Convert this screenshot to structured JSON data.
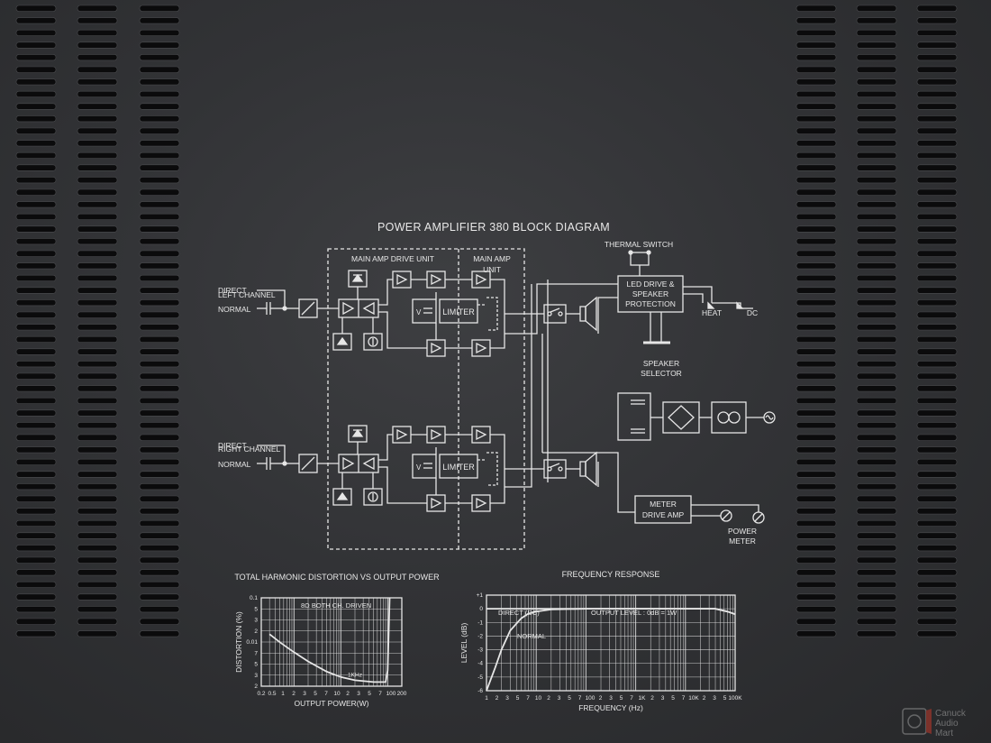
{
  "block_diagram": {
    "title": "POWER AMPLIFIER 380 BLOCK DIAGRAM",
    "drive_unit_label": "MAIN AMP DRIVE UNIT",
    "main_amp_label_1": "MAIN AMP",
    "main_amp_label_2": "UNIT",
    "left_channel": "LEFT CHANNEL",
    "right_channel": "RIGHT CHANNEL",
    "direct": "DIRECT",
    "normal": "NORMAL",
    "limiter": "LIMITER",
    "thermal_switch": "THERMAL SWITCH",
    "led_drive_1": "LED DRIVE &",
    "led_drive_2": "SPEAKER",
    "led_drive_3": "PROTECTION",
    "heat": "HEAT",
    "dc": "DC",
    "speaker_selector_1": "SPEAKER",
    "speaker_selector_2": "SELECTOR",
    "meter_drive_1": "METER",
    "meter_drive_2": "DRIVE AMP",
    "power_meter_1": "POWER",
    "power_meter_2": "METER"
  },
  "chart_data": [
    {
      "type": "line",
      "title": "TOTAL HARMONIC DISTORTION VS OUTPUT POWER",
      "xlabel": "OUTPUT POWER(W)",
      "ylabel": "DISTORTION (%)",
      "annotation": "8Ω BOTH CH. DRIVEN",
      "curve_label": "1KHz",
      "x_scale": "log",
      "xlim": [
        0.2,
        200
      ],
      "ylim": [
        0.002,
        0.1
      ],
      "y_scale": "log",
      "x_tick_labels": [
        "0.2",
        "0.5",
        "1",
        "2",
        "3",
        "5",
        "7",
        "10",
        "2",
        "3",
        "5",
        "7",
        "100",
        "200"
      ],
      "y_tick_labels": [
        "0.1",
        "5",
        "3",
        "2",
        "0.01",
        "7",
        "5",
        "3",
        "2"
      ],
      "grid": true,
      "series": [
        {
          "name": "1KHz",
          "x": [
            0.3,
            0.5,
            1,
            2,
            5,
            10,
            20,
            50,
            90,
            100,
            110
          ],
          "y": [
            0.02,
            0.014,
            0.009,
            0.006,
            0.0038,
            0.003,
            0.0026,
            0.0024,
            0.0024,
            0.004,
            0.1
          ]
        }
      ]
    },
    {
      "type": "line",
      "title": "FREQUENCY RESPONSE",
      "xlabel": "FREQUENCY (Hz)",
      "ylabel": "LEVEL (dB)",
      "annotation": "OUTPUT LEVEL : 0dB = 1W",
      "x_scale": "log",
      "xlim": [
        1,
        100000
      ],
      "ylim": [
        -6,
        1
      ],
      "x_tick_labels": [
        "1",
        "2",
        "3",
        "5",
        "7",
        "10",
        "2",
        "3",
        "5",
        "7",
        "100",
        "2",
        "3",
        "5",
        "7",
        "1K",
        "2",
        "3",
        "5",
        "7",
        "10K",
        "2",
        "3",
        "5",
        "100K"
      ],
      "y_tick_labels": [
        "+1",
        "0",
        "-1",
        "-2",
        "-3",
        "-4",
        "-5",
        "-6"
      ],
      "grid": true,
      "series": [
        {
          "name": "DIRECT (DC)",
          "x": [
            1,
            10,
            100,
            1000,
            10000,
            40000,
            70000,
            100000
          ],
          "y": [
            0,
            0,
            0,
            0,
            0,
            0,
            -0.2,
            -0.4
          ]
        },
        {
          "name": "NORMAL",
          "x": [
            1,
            1.5,
            2,
            3,
            5,
            7,
            10,
            20,
            100,
            1000,
            10000,
            40000,
            70000,
            100000
          ],
          "y": [
            -6,
            -4.3,
            -3,
            -1.6,
            -0.7,
            -0.35,
            -0.2,
            -0.05,
            0,
            0,
            0,
            0,
            -0.2,
            -0.4
          ]
        }
      ]
    }
  ],
  "watermark": {
    "line1": "Canuck",
    "line2": "Audio",
    "line3": "Mart"
  }
}
